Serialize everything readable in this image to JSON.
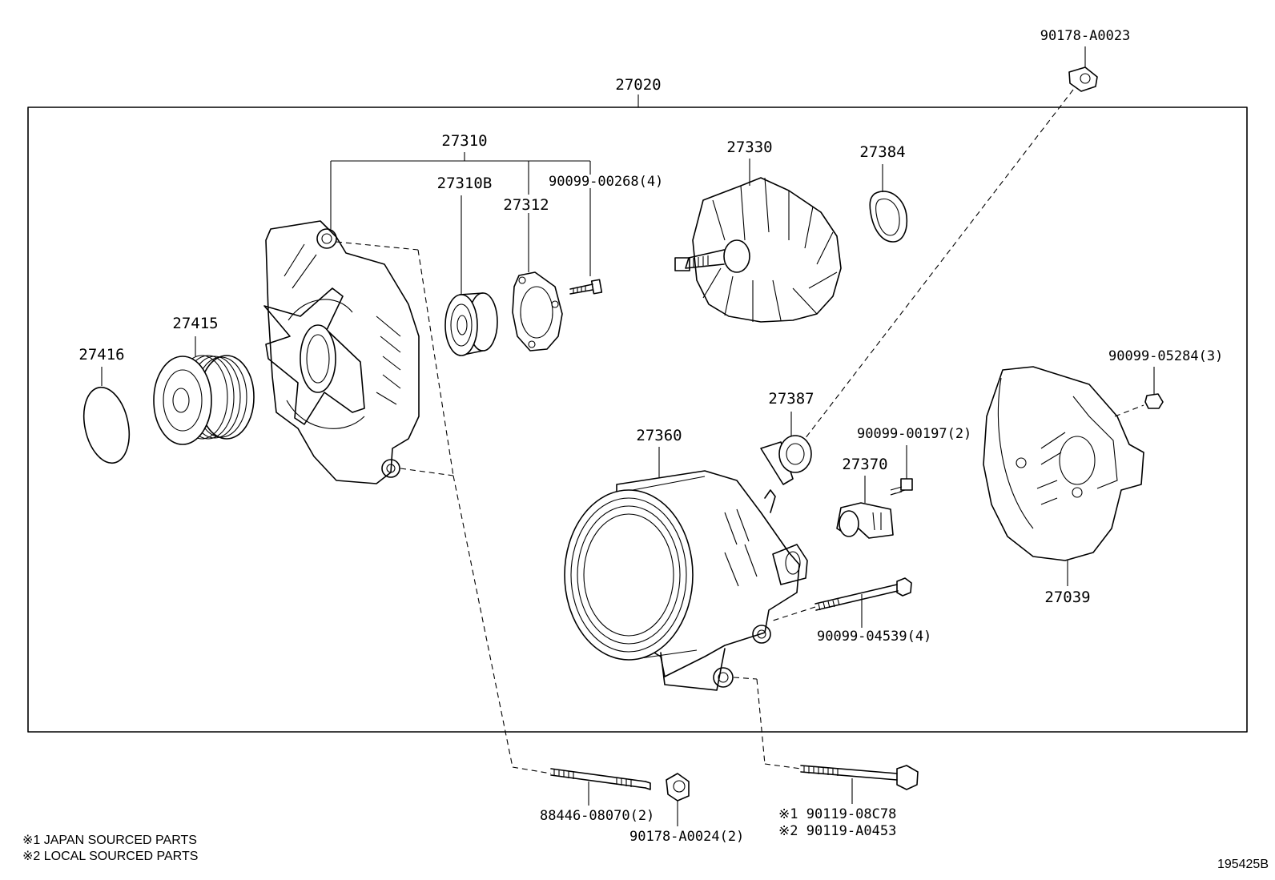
{
  "diagram": {
    "assembly_label": "27020",
    "drawing_number": "195425B",
    "labels": {
      "p27310": "27310",
      "p27310b": "27310B",
      "p27312": "27312",
      "p90099_00268": "90099-00268(4)",
      "p27330": "27330",
      "p27384": "27384",
      "p90178_a0023": "90178-A0023",
      "p27415": "27415",
      "p27416": "27416",
      "p27387": "27387",
      "p27360": "27360",
      "p90099_00197": "90099-00197(2)",
      "p27370": "27370",
      "p90099_05284": "90099-05284(3)",
      "p27039": "27039",
      "p90099_04539": "90099-04539(4)",
      "p88446_08070": "88446-08070(2)",
      "p90178_a0024": "90178-A0024(2)",
      "p90119_08c78": "※1 90119-08C78",
      "p90119_a0453": "※2 90119-A0453"
    },
    "notes": [
      "※1  JAPAN SOURCED PARTS",
      "※2  LOCAL SOURCED PARTS"
    ]
  }
}
